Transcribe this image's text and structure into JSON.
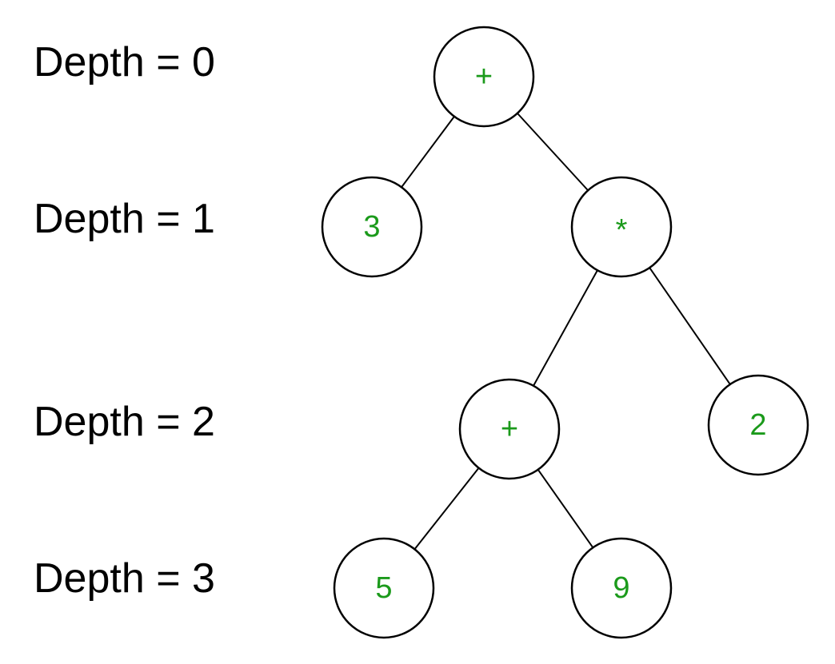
{
  "depth_labels": [
    "Depth = 0",
    "Depth = 1",
    "Depth = 2",
    "Depth = 3"
  ],
  "node_color": "#1b9a1b",
  "tree": {
    "nodes": [
      {
        "id": "root",
        "label": "+",
        "depth": 0
      },
      {
        "id": "n3",
        "label": "3",
        "depth": 1,
        "parent": "root"
      },
      {
        "id": "mul",
        "label": "*",
        "depth": 1,
        "parent": "root"
      },
      {
        "id": "plus2",
        "label": "+",
        "depth": 2,
        "parent": "mul"
      },
      {
        "id": "n2",
        "label": "2",
        "depth": 2,
        "parent": "mul"
      },
      {
        "id": "n5",
        "label": "5",
        "depth": 3,
        "parent": "plus2"
      },
      {
        "id": "n9",
        "label": "9",
        "depth": 3,
        "parent": "plus2"
      }
    ]
  }
}
